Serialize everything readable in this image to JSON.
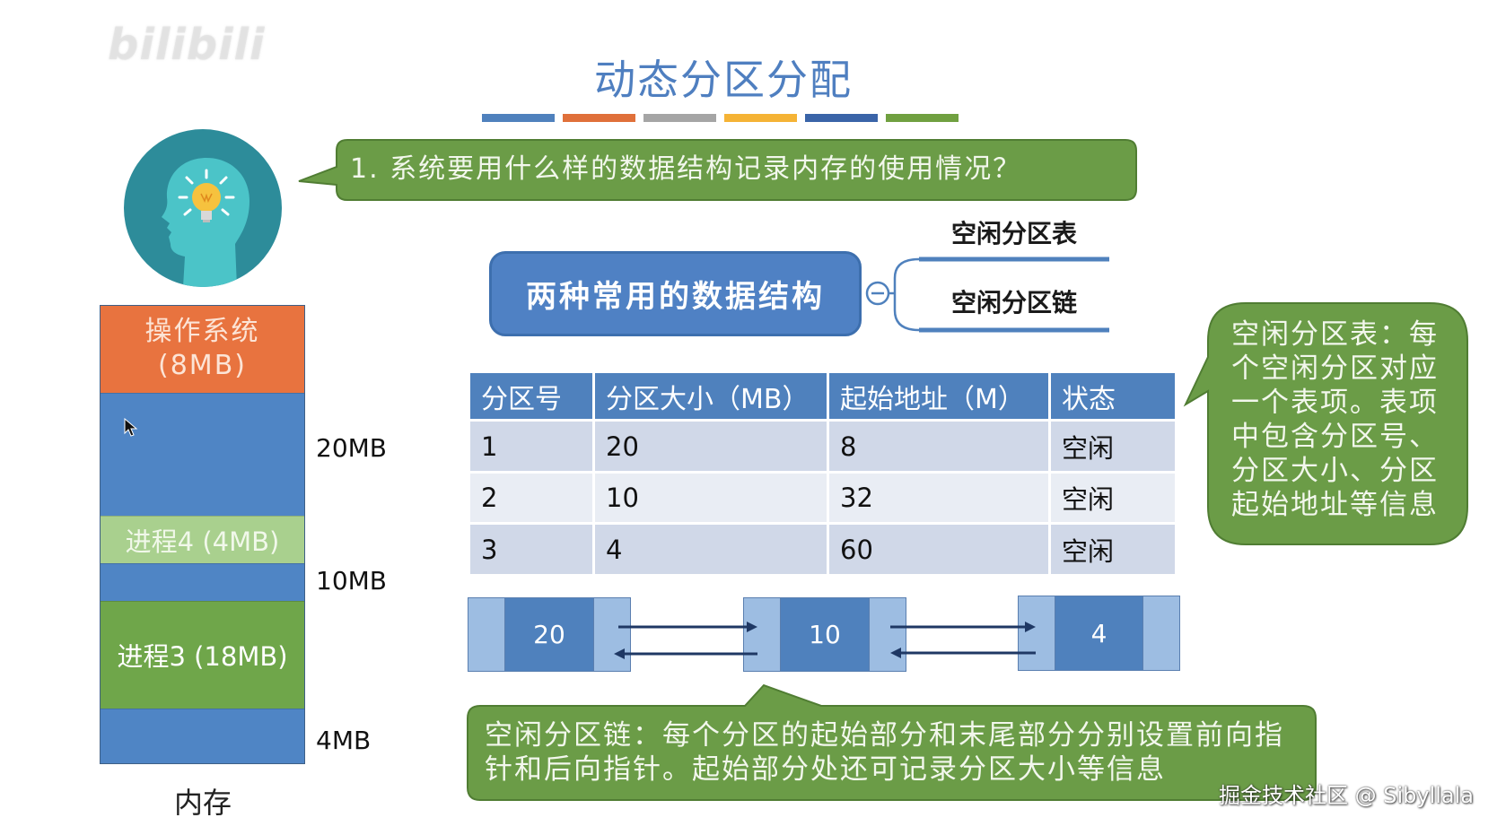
{
  "logo_text": "bilibili",
  "title": "动态分区分配",
  "title_underline_colors": [
    "#4f81bd",
    "#e0703a",
    "#a5a5a5",
    "#f5b335",
    "#3a64a8",
    "#70a040"
  ],
  "colors": {
    "title": "#4f7fc0",
    "bubble_green": "#6b9c47",
    "table_header": "#4f81bd",
    "memory_free": "#4f85c5",
    "os": "#e8733f",
    "process4": "#a9d08e",
    "process3": "#6fa64a",
    "arrow": "#1f3864"
  },
  "question": "1. 系统要用什么样的数据结构记录内存的使用情况？",
  "data_structures": {
    "label": "两种常用的数据结构",
    "items": [
      "空闲分区表",
      "空闲分区链"
    ]
  },
  "memory": {
    "os": {
      "label": "操作系统",
      "size": "(8MB)"
    },
    "process4": "进程4 (4MB)",
    "process3": "进程3 (18MB)",
    "free_sizes": [
      "20MB",
      "10MB",
      "4MB"
    ],
    "caption": "内存"
  },
  "table": {
    "headers": [
      "分区号",
      "分区大小（MB）",
      "起始地址（M）",
      "状态"
    ],
    "rows": [
      [
        "1",
        "20",
        "8",
        "空闲"
      ],
      [
        "2",
        "10",
        "32",
        "空闲"
      ],
      [
        "3",
        "4",
        "60",
        "空闲"
      ]
    ]
  },
  "table_note": [
    "空闲分区表：每",
    "个空闲分区对应",
    "一个表项。表项",
    "中包含分区号、",
    "分区大小、分区",
    "起始地址等信息"
  ],
  "chain": {
    "nodes": [
      "20",
      "10",
      "4"
    ]
  },
  "chain_note": [
    "空闲分区链：每个分区的起始部分和末尾部分分别设置前向指",
    "针和后向指针。起始部分处还可记录分区大小等信息"
  ],
  "watermark": "掘金技术社区 @ Sibyllala",
  "icons": {
    "avatar": "lightbulb-head-icon",
    "collapse": "minus-circle-icon",
    "cursor": "cursor-icon",
    "forward": "right-arrow-icon",
    "backward": "left-arrow-icon"
  }
}
